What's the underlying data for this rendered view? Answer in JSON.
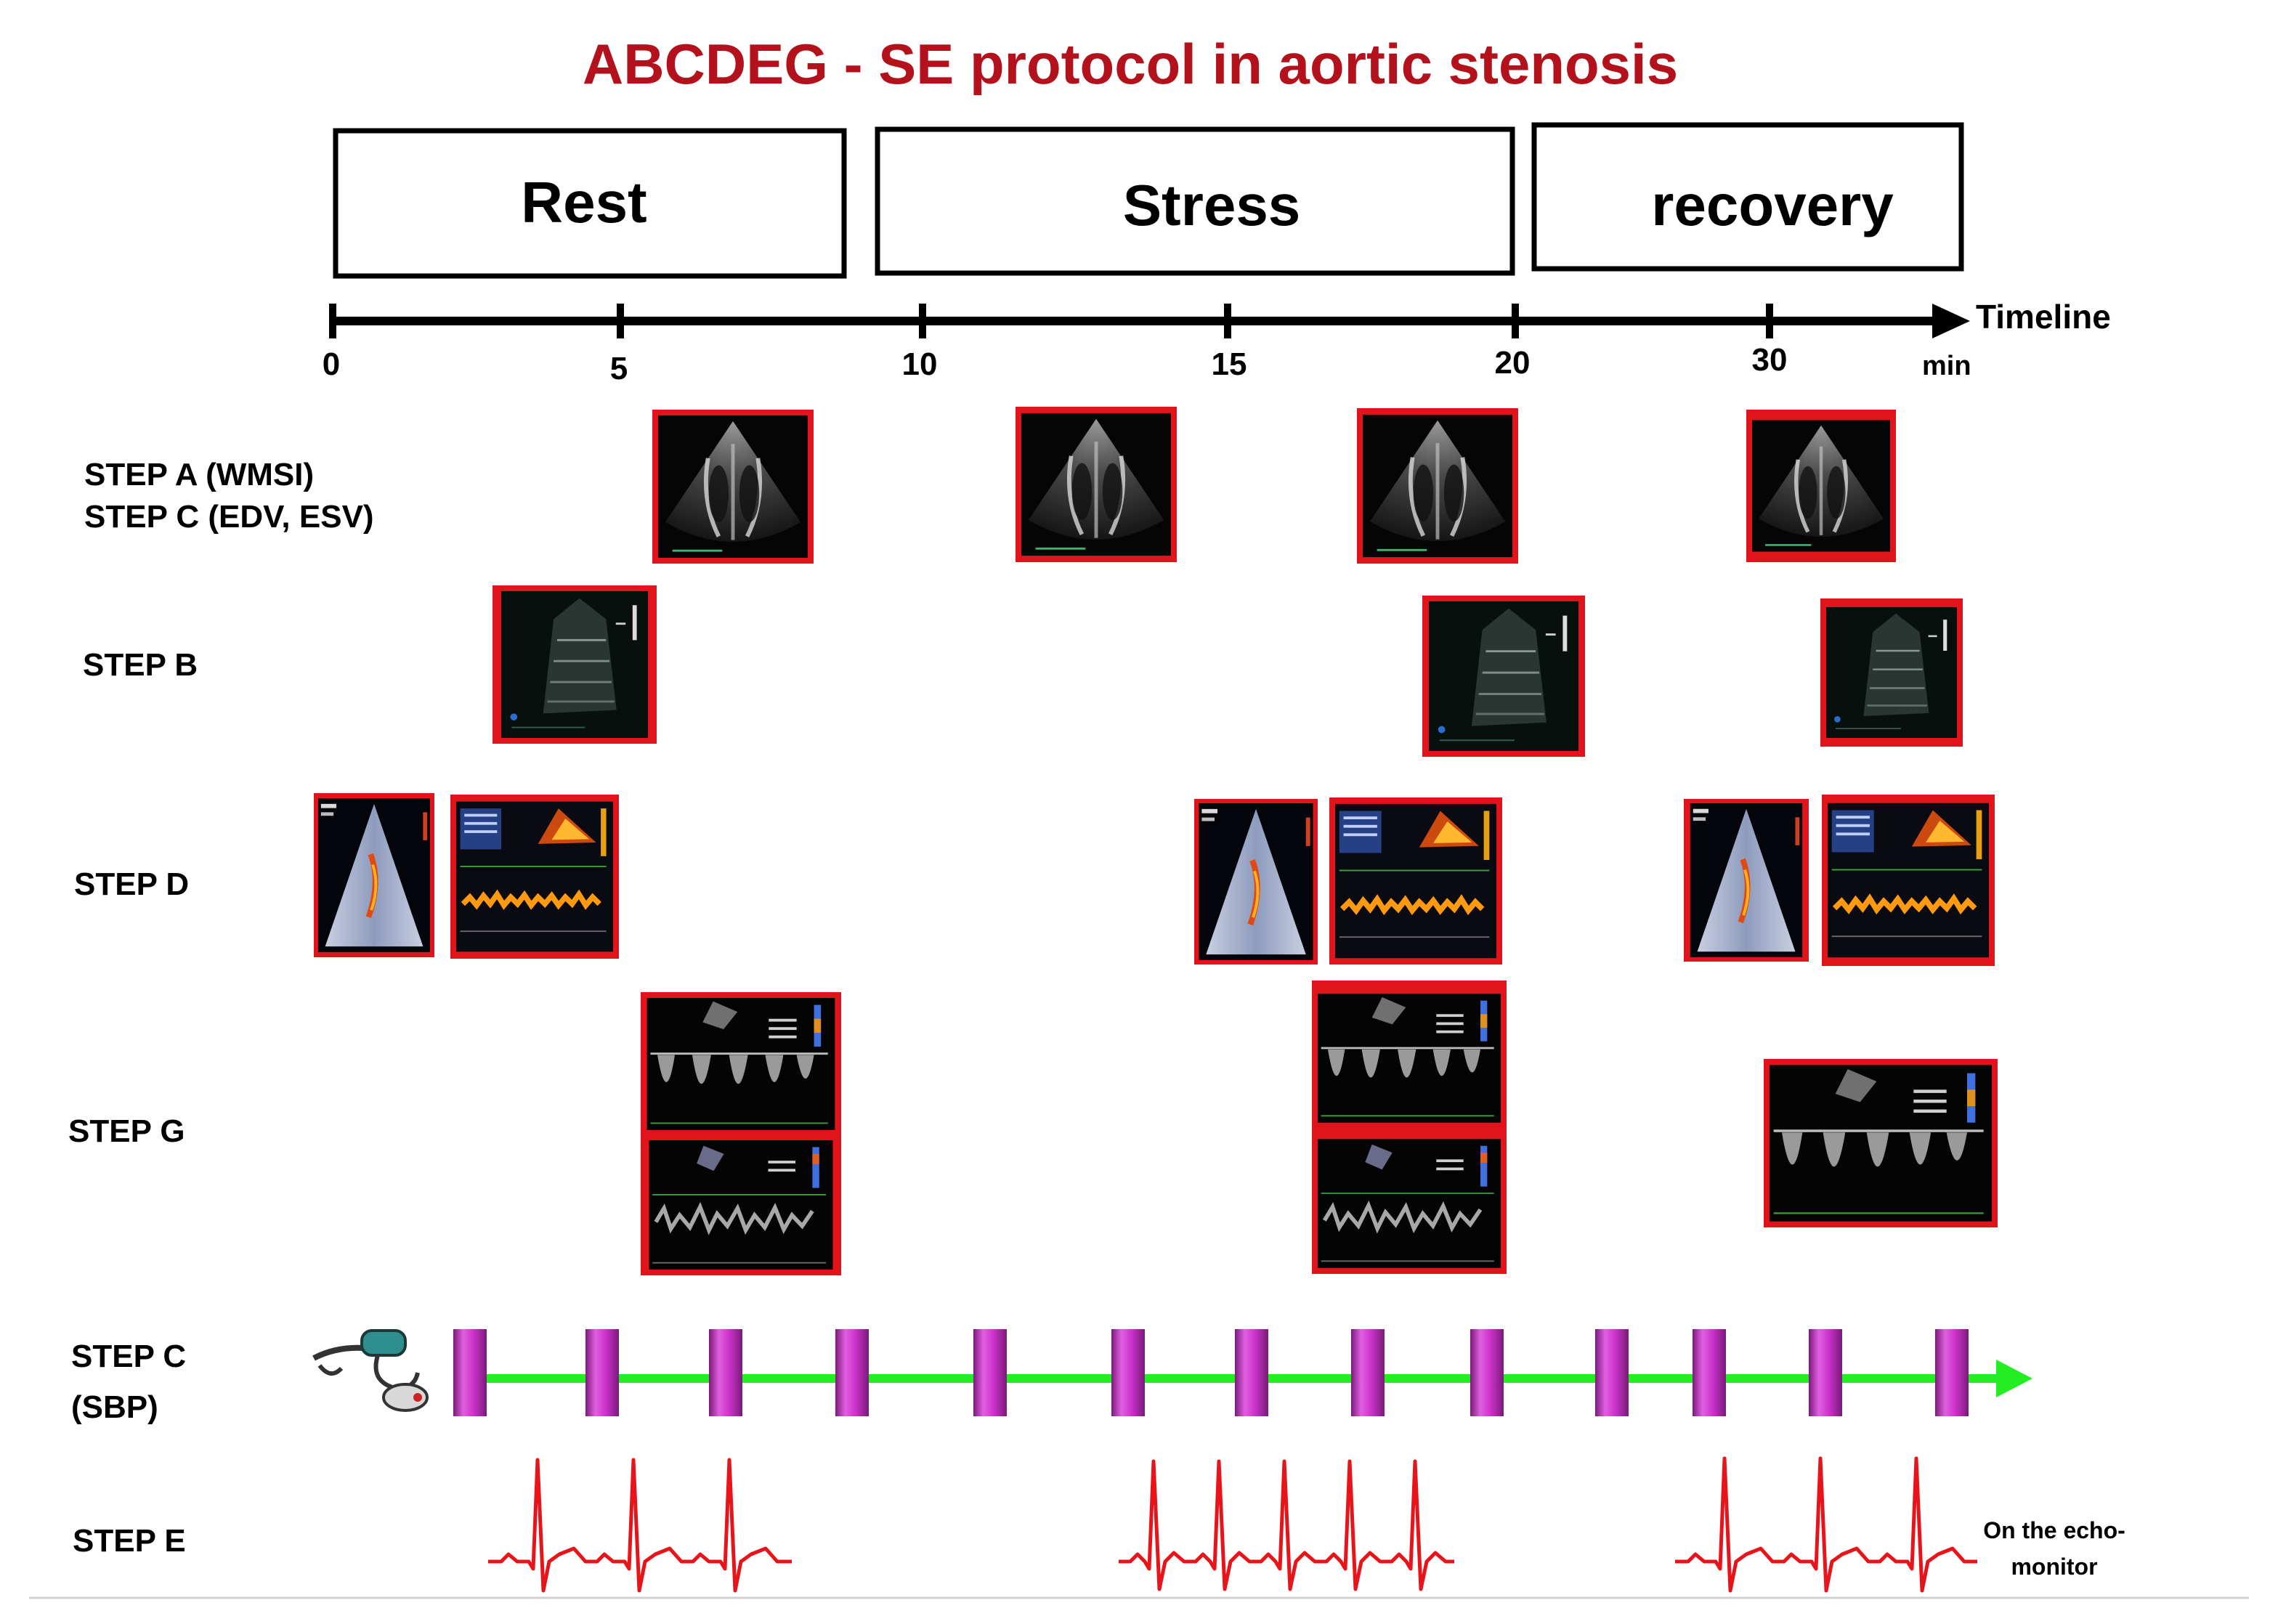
{
  "title": "ABCDEG - SE protocol in aortic stenosis",
  "phases": [
    {
      "label": "Rest"
    },
    {
      "label": "Stress"
    },
    {
      "label": "recovery"
    }
  ],
  "timeline": {
    "label": "Timeline",
    "unit": "min",
    "ticks": [
      "0",
      "5",
      "10",
      "15",
      "20",
      "30"
    ]
  },
  "steps": {
    "a_line1": "STEP A (WMSI)",
    "a_line2": "STEP C (EDV, ESV)",
    "b": "STEP B",
    "d": "STEP D",
    "g": "STEP G",
    "c_line1": "STEP C",
    "c_line2": "(SBP)",
    "e": "STEP E"
  },
  "echo_note": {
    "line1": "On the echo-",
    "line2": "monitor"
  },
  "colors": {
    "title": "#b3121c",
    "image_border": "#e0141a",
    "cuff_marker": "#cc33cc",
    "sbp_line": "#22ee22",
    "ecg": "#e8141a"
  },
  "icons": {
    "sphygmomanometer": "blood-pressure-cuff-icon",
    "ecg": "ecg-trace-icon"
  }
}
